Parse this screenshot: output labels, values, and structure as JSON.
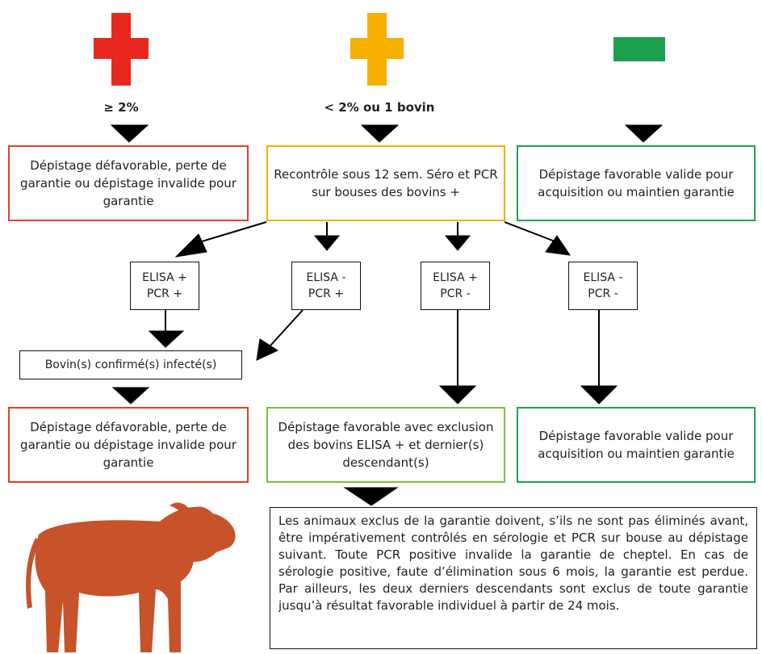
{
  "symbols": {
    "high": {
      "icon": "plus-icon",
      "color": "#e8281e",
      "label": "≥ 2%"
    },
    "mid": {
      "icon": "plus-icon",
      "color": "#f5b000",
      "label": "< 2% ou 1 bovin"
    },
    "low": {
      "icon": "minus-icon",
      "color": "#1a9f4c",
      "label": ""
    }
  },
  "top_boxes": {
    "red": "Dépistage défavorable, perte de garantie ou dépistage invalide pour garantie",
    "orange": "Recontrôle sous 12 sem. Séro et PCR sur bouses des bovins +",
    "green": "Dépistage favorable valide pour acquisition ou maintien garantie"
  },
  "results": [
    {
      "line1": "ELISA +",
      "line2": "PCR +"
    },
    {
      "line1": "ELISA -",
      "line2": "PCR +"
    },
    {
      "line1": "ELISA +",
      "line2": "PCR -"
    },
    {
      "line1": "ELISA -",
      "line2": "PCR -"
    }
  ],
  "confirmed": "Bovin(s) confirmé(s) infecté(s)",
  "bottom_boxes": {
    "red": "Dépistage défavorable, perte de garantie ou dépistage invalide pour garantie",
    "lightgreen": "Dépistage favorable avec exclusion des bovins ELISA + et dernier(s) descendant(s)",
    "green": "Dépistage favorable valide pour acquisition ou maintien garantie"
  },
  "note": "Les animaux exclus de la garantie doivent, s’ils ne sont pas éliminés avant, être impérativement contrôlés en sérologie et PCR sur bouse au dépistage suivant. Toute PCR positive invalide la garantie de cheptel. En cas de sérologie positive, faute d’élimination sous 6 mois, la garantie est perdue. Par ailleurs, les deux derniers descendants sont exclus de toute garantie jusqu’à résultat favorable individuel à partir de 24 mois.",
  "illustration": {
    "icon": "calf-icon",
    "color": "#c8522a"
  }
}
